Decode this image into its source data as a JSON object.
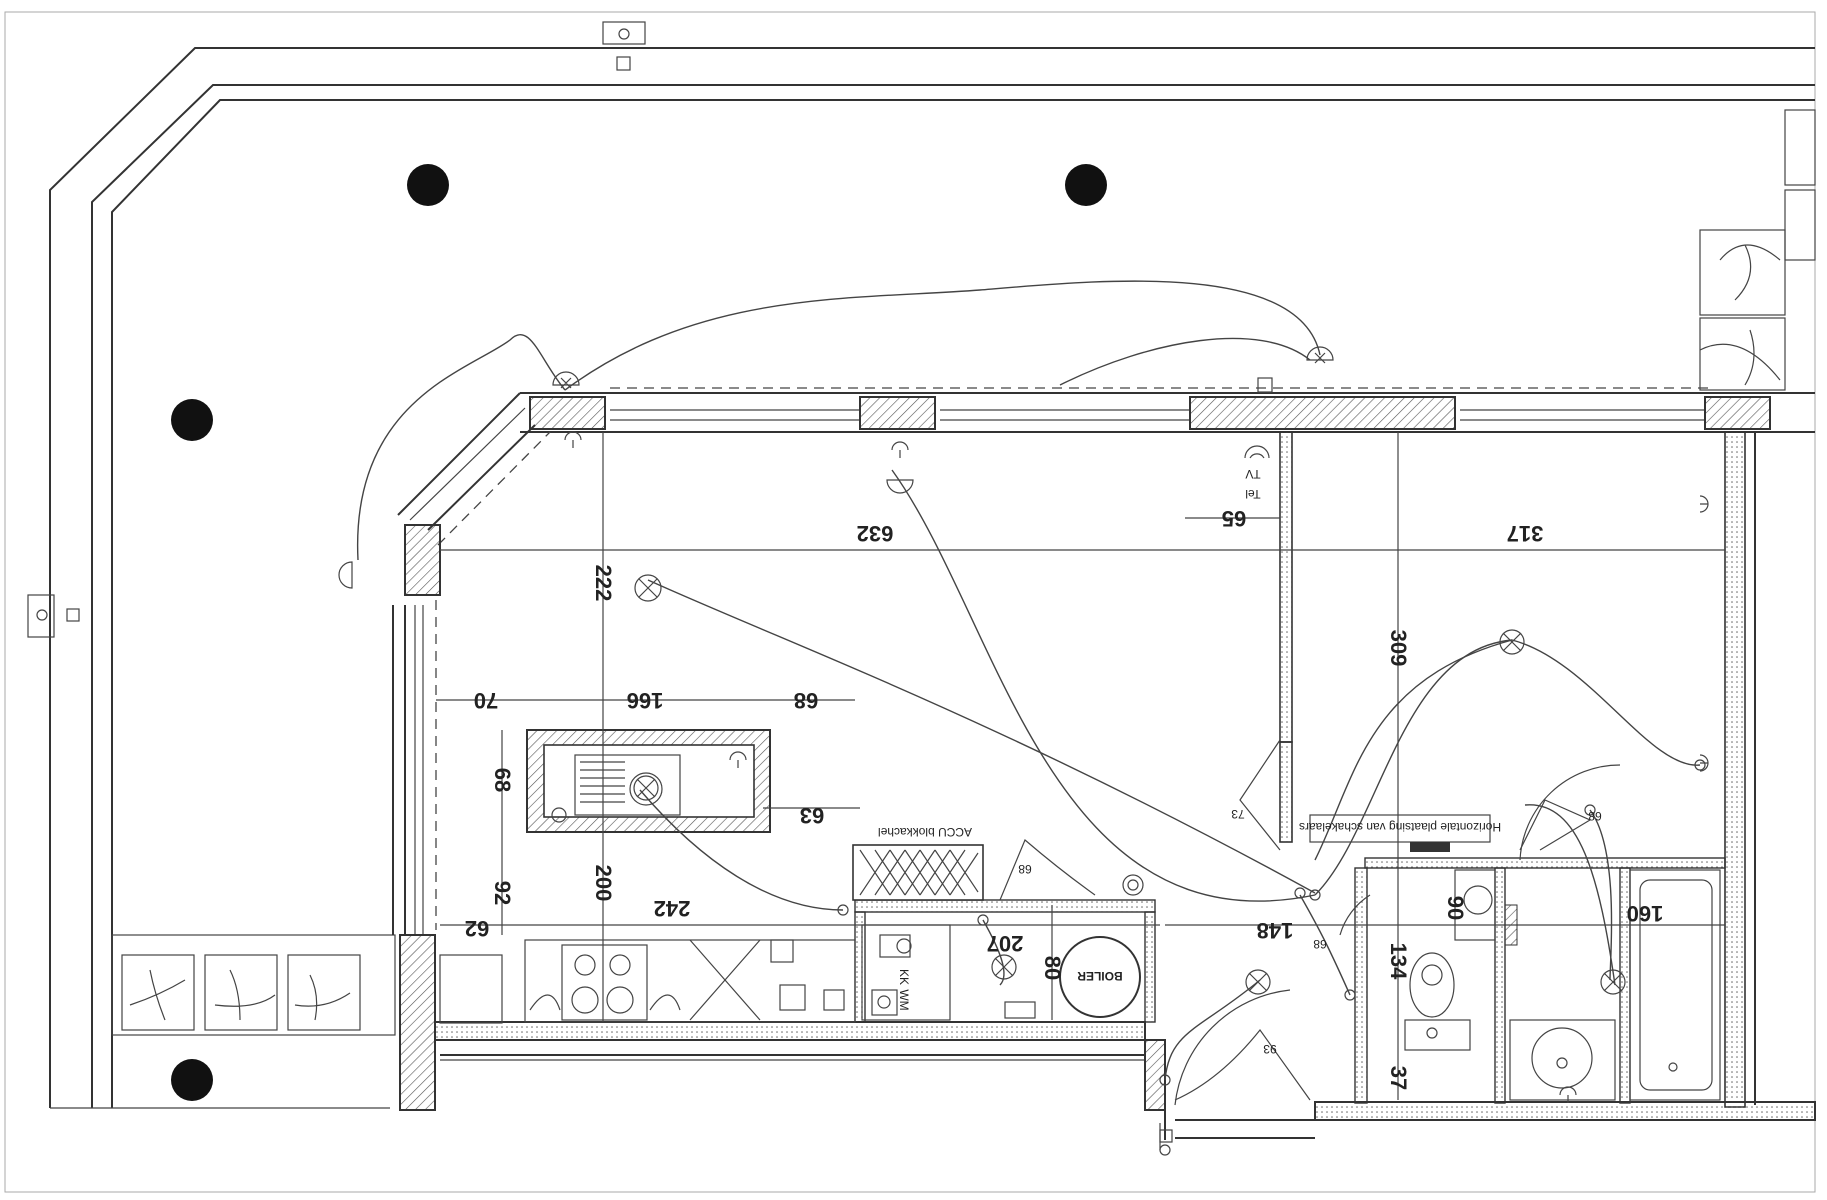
{
  "dimensions": {
    "d632": "632",
    "d317": "317",
    "d65": "65",
    "d222": "222",
    "d309": "309",
    "d70": "70",
    "d166": "166",
    "d68h": "68",
    "d68v": "68",
    "d63": "63",
    "d92": "92",
    "d62": "62",
    "d242": "242",
    "d200": "200",
    "d207": "207",
    "d80": "80",
    "d148": "148",
    "d134": "134",
    "d90": "90",
    "d160": "160",
    "d37": "37"
  },
  "door_swings": {
    "ds73": "73",
    "ds68a": "68",
    "ds68b": "68",
    "ds68c": "68",
    "ds93": "93"
  },
  "labels": {
    "accu": "ACCU blokkachel",
    "boiler": "BOILER",
    "horizontal": "Horizontale plaatsing van schakelaars",
    "tv": "TV",
    "tel": "Tel",
    "kk": "KK",
    "wm": "WM"
  },
  "colors": {
    "wall": "#333333",
    "column": "#111111"
  }
}
